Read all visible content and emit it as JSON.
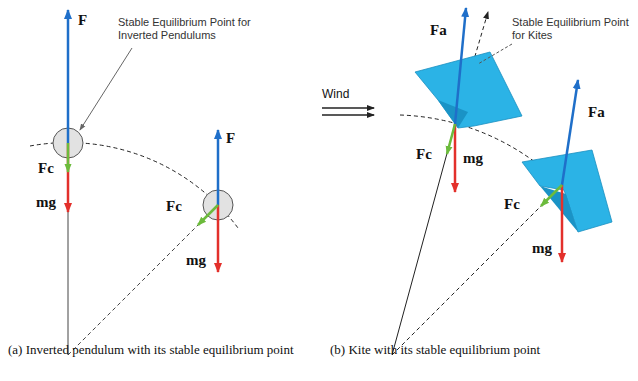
{
  "diagram": {
    "labels": [
      "F",
      "Stable Equilibrium Point for Inverted Pendulums",
      "Fc",
      "mg",
      "F",
      "Fc",
      "mg",
      "Fa",
      "Stable Equilibrium Point for Kites",
      "Wind",
      "Fc",
      "mg",
      "Fa",
      "Fc",
      "mg",
      "(a) Inverted pendulum with its stable equilibrium point",
      "(b) Kite with its stable equilibrium point"
    ]
  }
}
